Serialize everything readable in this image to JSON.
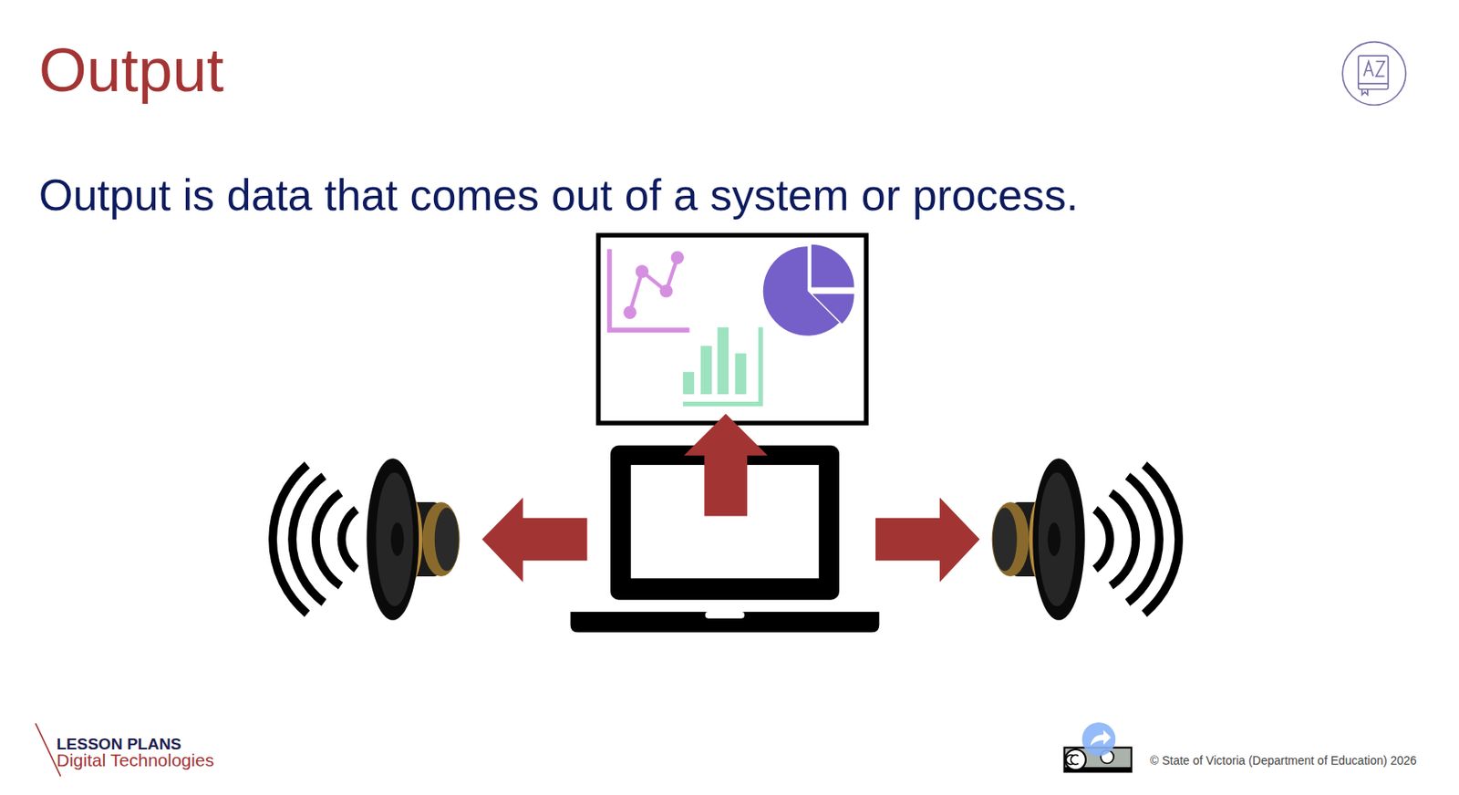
{
  "diagram": {
    "title": "Output",
    "labels": [
      "Output is data that comes out of a system or process.",
      "LESSON PLANS",
      "Digital Technologies",
      "© State of Victoria (Department of Education) 2026"
    ]
  }
}
